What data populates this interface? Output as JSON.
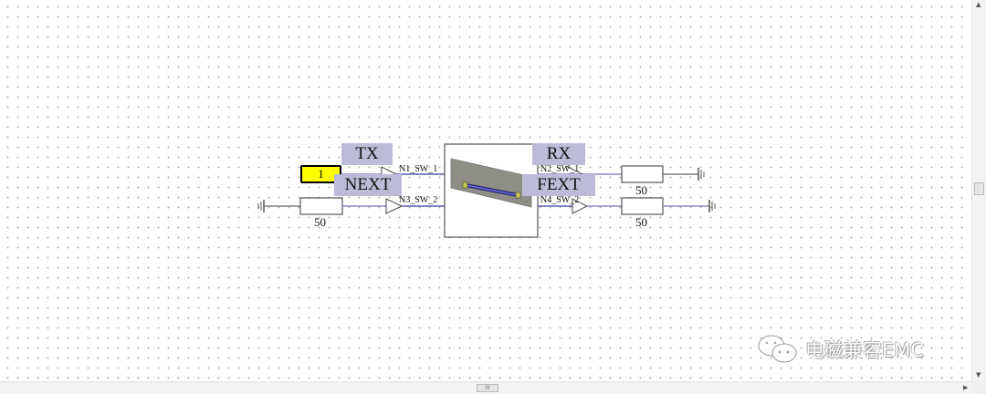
{
  "schematic": {
    "port": {
      "number": "1",
      "fill_color": "#ffff00"
    },
    "labels": {
      "tx": "TX",
      "next": "NEXT",
      "rx": "RX",
      "fext": "FEXT"
    },
    "nets": {
      "n1": "N1_SW_1",
      "n2": "N2_SW_1",
      "n3": "N3_SW_2",
      "n4": "N4_SW_2"
    },
    "resistors": [
      {
        "id": "near-end-load",
        "value": "50"
      },
      {
        "id": "far-end-load-1",
        "value": "50"
      },
      {
        "id": "far-end-load-2",
        "value": "50"
      }
    ],
    "label_color": "#bcbcd8",
    "wire_color": "#5a5ab4"
  },
  "scrollbars": {
    "horizontal_thumb_glyph": "III"
  },
  "watermark": {
    "text": "电磁兼容EMC",
    "icon": "wechat-icon"
  }
}
